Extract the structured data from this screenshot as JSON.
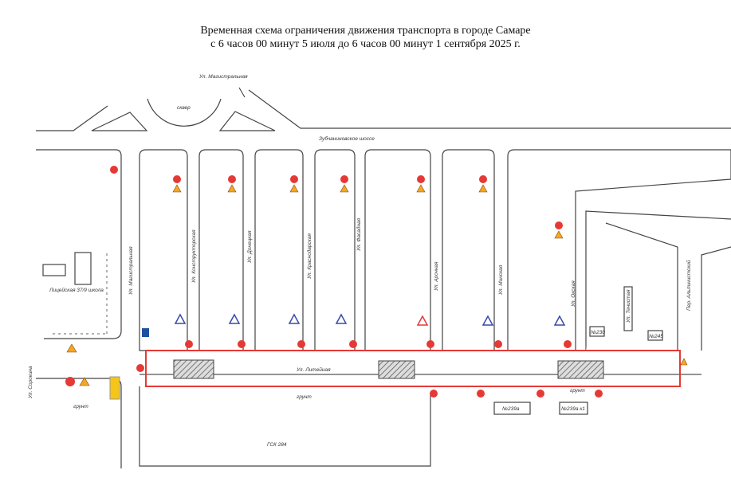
{
  "title": {
    "line1": "Временная схема ограничения движения транспорта в городе Самаре",
    "line2": "с 6 часов 00 минут 5 июля до 6 часов 00 минут 1 сентября 2025 г."
  },
  "streets": {
    "top": "Ул. Магистральная",
    "highway": "Зубчаниновское шоссе",
    "main": "Ул. Литейная",
    "left": "Ул. Сорокина",
    "verticals": [
      "Ул. Магистральная",
      "Ул. Конструкторская",
      "Ул. Донецкая",
      "Ул. Краснодарская",
      "Ул. Фасадная",
      "Ул. Арочная",
      "Ул. Минская",
      "Ул. Окская",
      "Ул. Тенистая",
      "Пер. Альпинистский"
    ]
  },
  "places": {
    "park": "сквер",
    "school": "Лицейская 37/9 школа",
    "ground": "грунт",
    "garage": "ГСК 284",
    "house1": "№239а",
    "house2": "№239а к1",
    "house3": "№230",
    "house4": "№245"
  },
  "colors": {
    "closure": "#e53935",
    "sign_blue": "#3949ab",
    "sign_yellow": "#f5c518"
  }
}
